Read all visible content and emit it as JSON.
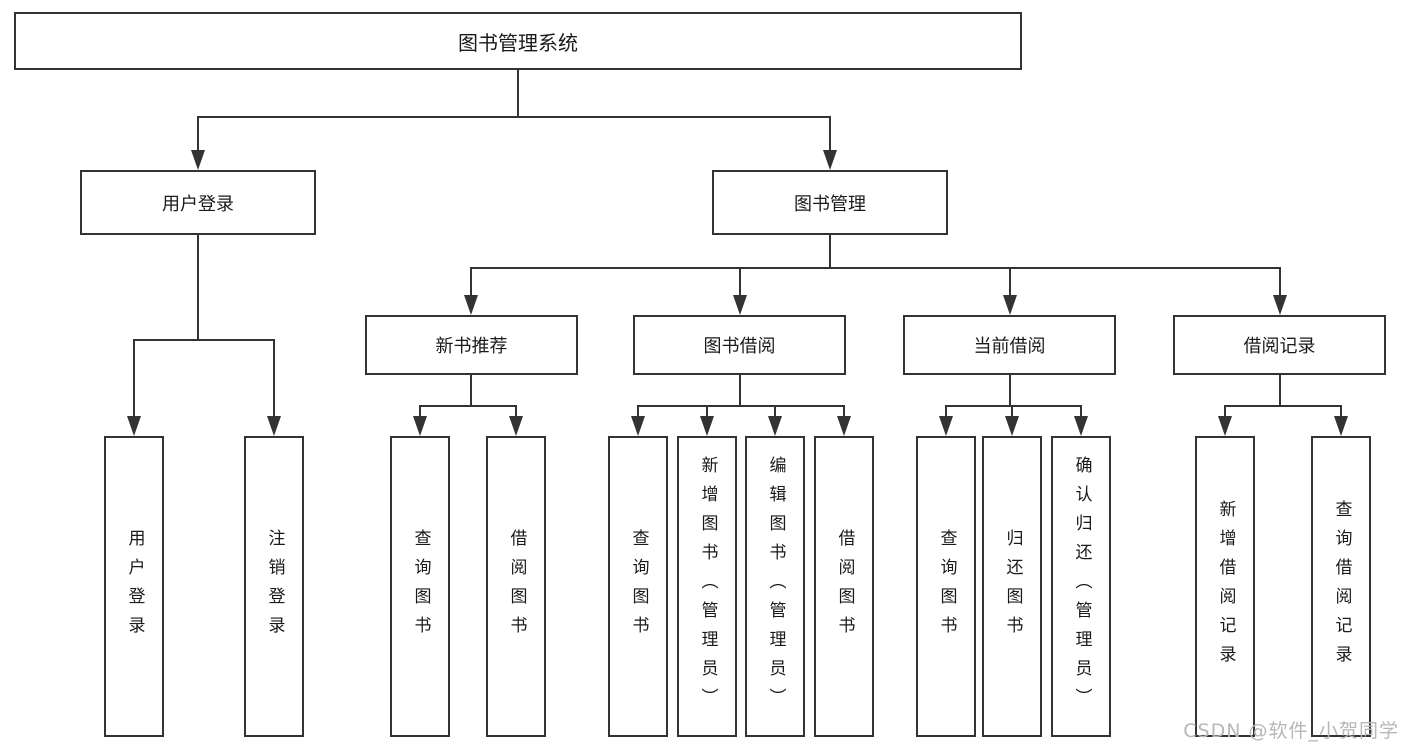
{
  "diagram": {
    "title": "图书管理系统",
    "level2": [
      {
        "label": "用户登录"
      },
      {
        "label": "图书管理"
      }
    ],
    "level3": [
      {
        "label": "新书推荐"
      },
      {
        "label": "图书借阅"
      },
      {
        "label": "当前借阅"
      },
      {
        "label": "借阅记录"
      }
    ],
    "leaves": [
      {
        "label": "用户登录"
      },
      {
        "label": "注销登录"
      },
      {
        "label": "查询图书"
      },
      {
        "label": "借阅图书"
      },
      {
        "label": "查询图书"
      },
      {
        "label": "新增图书（管理员）"
      },
      {
        "label": "编辑图书（管理员）"
      },
      {
        "label": "借阅图书"
      },
      {
        "label": "查询图书"
      },
      {
        "label": "归还图书"
      },
      {
        "label": "确认归还（管理员）"
      },
      {
        "label": "新增借阅记录"
      },
      {
        "label": "查询借阅记录"
      }
    ]
  },
  "watermark": {
    "text": "CSDN @软件_小贺同学"
  },
  "colors": {
    "line": "#333333",
    "box_border": "#333333",
    "text": "#1a1a1a",
    "background": "#ffffff",
    "watermark": "#b8b6b6"
  }
}
